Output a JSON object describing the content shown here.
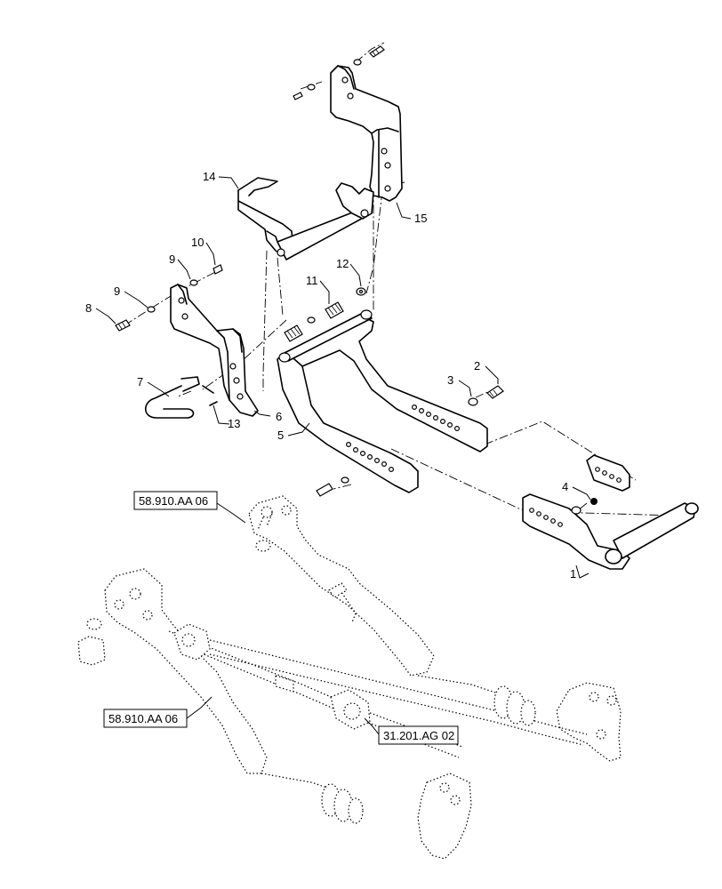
{
  "callouts": {
    "c1": "1",
    "c2": "2",
    "c3": "3",
    "c4": "4",
    "c5": "5",
    "c6": "6",
    "c7": "7",
    "c8": "8",
    "c9a": "9",
    "c9b": "9",
    "c10": "10",
    "c11": "11",
    "c12": "12",
    "c13": "13",
    "c14": "14",
    "c15": "15"
  },
  "references": {
    "ref_top": "58.910.AA 06",
    "ref_left": "58.910.AA 06",
    "ref_shaft": "31.201.AG 02"
  }
}
